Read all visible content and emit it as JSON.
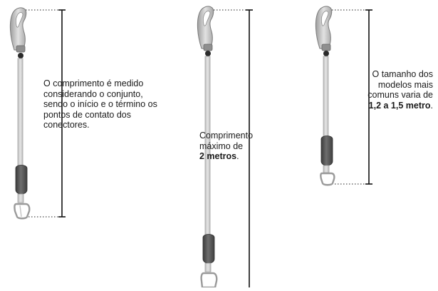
{
  "captions": {
    "first": "O comprimento é medido considerando o conjunto, sendo o início e o término os pontos de contato dos conectores.",
    "second": {
      "line1": "Comprimento",
      "line2": "máximo de",
      "bold": "2 metros",
      "end": "."
    },
    "third": {
      "line1": "O tamanho dos",
      "line2": "modelos mais",
      "line3": "comuns varia de",
      "bold": "1,2 a 1,5 metro",
      "end": "."
    }
  },
  "colors": {
    "strap": "#cfcfcf",
    "strap_edge": "#9a9a9a",
    "hook": "#b8b8b8",
    "absorber": "#5a5a5a",
    "measure_line": "#111111"
  }
}
